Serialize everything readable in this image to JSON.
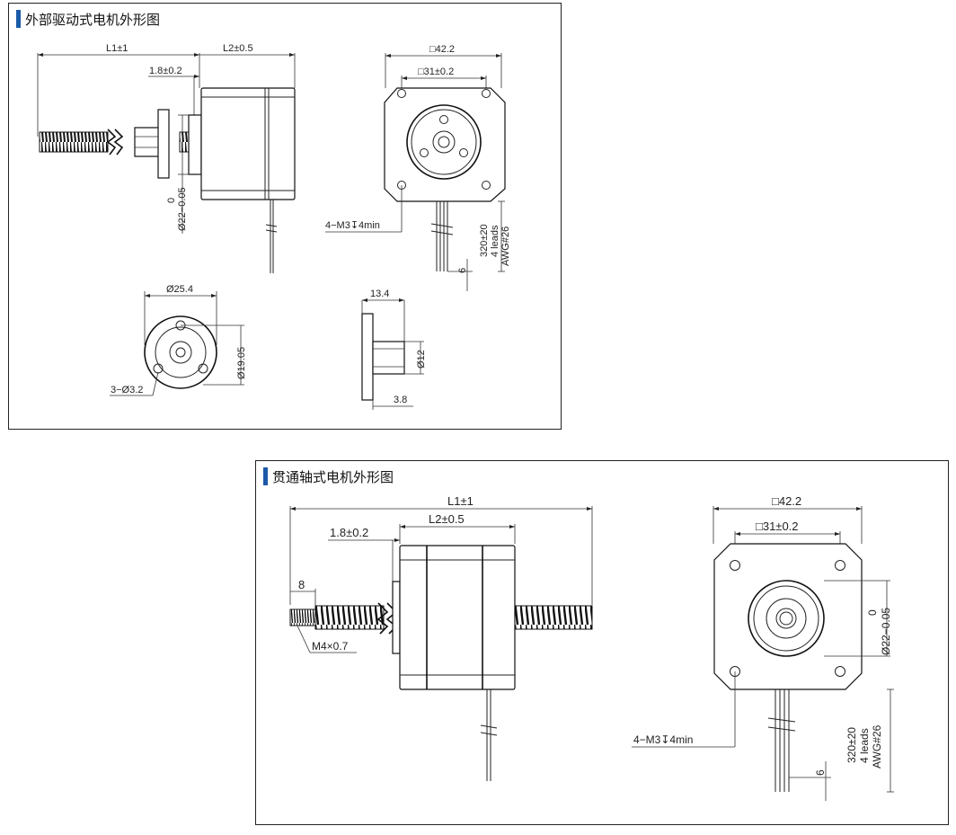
{
  "panel_a": {
    "title": "外部驱动式电机外形图",
    "dims": {
      "l1": "L1±1",
      "l2": "L2±0.5",
      "flange_thk": "1.8±0.2",
      "boss_dia_top": "0",
      "boss_dia": "Ø22−0.05",
      "square": "□42.2",
      "hole_pitch": "□31±0.2",
      "mount_holes": "4−M3↧4min",
      "lead_len": "320±20",
      "leads": "4 leads",
      "awg": "AWG#26",
      "strip": "6",
      "nut_od": "Ø25.4",
      "nut_pcd": "Ø19.05",
      "nut_holes": "3−Ø3.2",
      "nut_len": "13.4",
      "nut_body": "Ø12",
      "nut_flange": "3.8"
    }
  },
  "panel_b": {
    "title": "贯通轴式电机外形图",
    "dims": {
      "l1": "L1±1",
      "l2": "L2±0.5",
      "flange_thk": "1.8±0.2",
      "tip_len": "8",
      "thread": "M4×0.7",
      "square": "□42.2",
      "hole_pitch": "□31±0.2",
      "boss_dia_top": "0",
      "boss_dia": "Ø22−0.05",
      "mount_holes": "4−M3↧4min",
      "lead_len": "320±20",
      "leads": "4 leads",
      "awg": "AWG#26",
      "strip": "6"
    }
  },
  "colors": {
    "accent": "#1b5aa8",
    "line": "#222222"
  }
}
